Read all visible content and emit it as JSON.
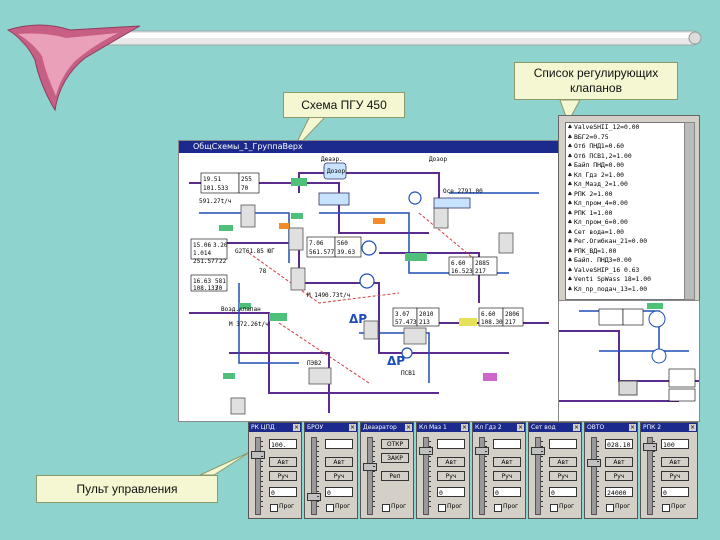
{
  "callouts": {
    "scheme": "Схема ПГУ 450",
    "valves": "Список регулирующих клапанов",
    "console": "Пульт управления"
  },
  "scheme_window": {
    "title": "ОбщСхемы_1_ГруппаВерх",
    "labels": [
      "19.51",
      "255",
      "101.533",
      "70",
      "591.27t/ч",
      "15.06",
      "3.20",
      "1.014",
      "G2T61.85 ЮГ",
      "251.577",
      "22",
      "16.63",
      "581",
      "108.133",
      "70",
      "78",
      "7.06",
      "560",
      "561.577",
      "39.63",
      "Возд.клапан",
      "М 372.26t/ч",
      "М 1490.73t/ч",
      "Дозор",
      "Осе 2791.00",
      "6.60",
      "2885",
      "16.523",
      "217",
      "3.07",
      "2010",
      "57.473",
      "213",
      "6.60",
      "2806",
      "108.30",
      "217",
      "ПЭВ2",
      "ПСВ1",
      "Деаэр.",
      "Дозор"
    ]
  },
  "valve_list": {
    "items": [
      "ValveSHII_12=0.00",
      "ВБГ2=0.75",
      "Отб ПНД1=0.60",
      "Отб ПСВ1,2=1.00",
      "Байп ПНД=0.00",
      "Кл Гдз 2=1.00",
      "Кл_Мазд_2=1.00",
      "РПК 2=1.00",
      "Кл_пром_4=0.00",
      "РПК 1=1.00",
      "Кл_пром_6=0.00",
      "Сет вода=1.00",
      "Рег.Огибкан_21=0.00",
      "РПК_ВД=1.00",
      "Байп. ПНД3=0.00",
      "ValveSHIP_16 0.63",
      "Venti SpWass 18=1.00",
      "Кл_пр_подач_13=1.00"
    ]
  },
  "panels": [
    {
      "title": "РК ЦПД",
      "value": "100.",
      "buttons": [
        "Авт",
        "Руч"
      ],
      "value2": "0",
      "check": "Прог"
    },
    {
      "title": "БРОУ",
      "value": "",
      "buttons": [
        "Авт",
        "Руч"
      ],
      "value2": "0",
      "check": "Прог"
    },
    {
      "title": "Деаэратор",
      "value": "ОТКР",
      "buttons": [
        "ЗАКР",
        "Реп"
      ],
      "value2": "",
      "check": "Прог"
    },
    {
      "title": "Кл Маз 1",
      "value": "",
      "buttons": [
        "Авт",
        "Руч"
      ],
      "value2": "0",
      "check": "Прог"
    },
    {
      "title": "Кл Гдз 2",
      "value": "",
      "buttons": [
        "Авт",
        "Руч"
      ],
      "value2": "0",
      "check": "Прог"
    },
    {
      "title": "Сет вод",
      "value": "",
      "buttons": [
        "Авт",
        "Руч"
      ],
      "value2": "0",
      "check": "Прог"
    },
    {
      "title": "ОВТО",
      "value": "028.10",
      "buttons": [
        "Авт",
        "Руч"
      ],
      "value2": "24000",
      "check": "Прог"
    },
    {
      "title": "РПК 2",
      "value": "100",
      "buttons": [
        "Авт",
        "Руч"
      ],
      "value2": "0",
      "check": "Прог"
    }
  ]
}
